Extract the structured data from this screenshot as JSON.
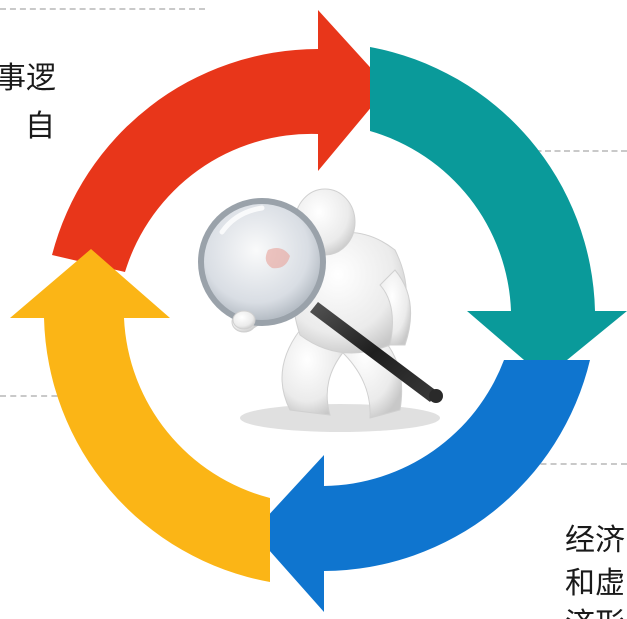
{
  "text_top_left": {
    "line1": "事逻",
    "line2": "自"
  },
  "text_bottom_right": {
    "line1": "经济",
    "line2": "和虚",
    "line3": "济形"
  },
  "colors": {
    "arrow_top": "#e8361a",
    "arrow_right": "#0a9a9a",
    "arrow_bottom": "#0f75cf",
    "arrow_left": "#fbb516",
    "dash_line": "#c9c9c9",
    "figure": "#f2f2f2",
    "magnifier_handle": "#2a2a2a"
  },
  "icons": {
    "center": "person-with-magnifying-glass-icon"
  }
}
